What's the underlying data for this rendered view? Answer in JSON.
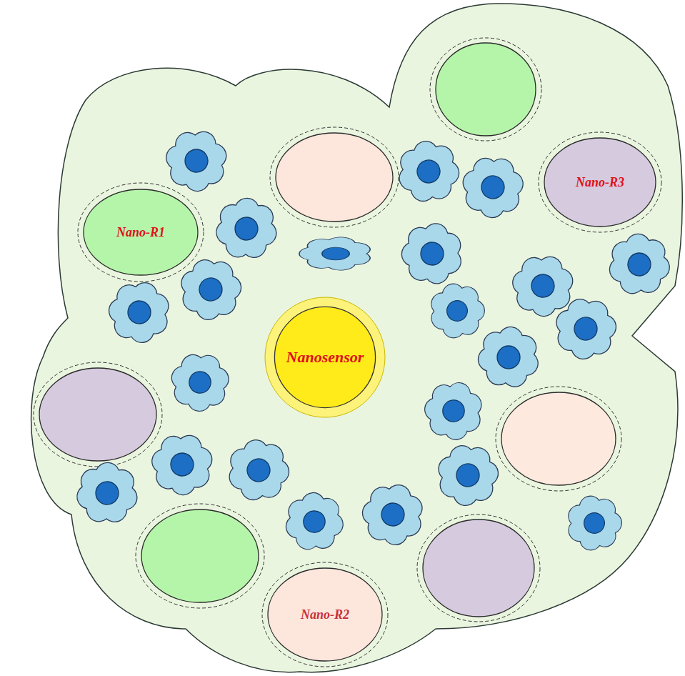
{
  "diagram": {
    "nodes": [
      {
        "text": [
          "Nano-R3"
        ]
      },
      {
        "text": [
          "Nano-R1"
        ]
      },
      {
        "text": [
          "Nanosensor"
        ]
      },
      {
        "text": [
          "Nano-R2"
        ]
      }
    ]
  }
}
